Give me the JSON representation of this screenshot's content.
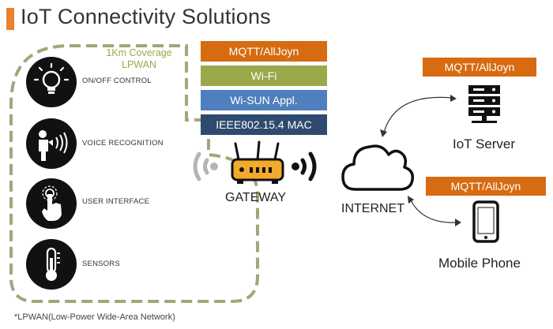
{
  "title": "IoT Connectivity Solutions",
  "coverage": {
    "line1": "1Km Coverage",
    "line2": "LPWAN"
  },
  "devices": [
    {
      "label": "ON/OFF CONTROL",
      "icon": "lightbulb-icon"
    },
    {
      "label": "VOICE RECOGNITION",
      "icon": "speaking-person-icon"
    },
    {
      "label": "USER INTERFACE",
      "icon": "touch-hand-icon"
    },
    {
      "label": "SENSORS",
      "icon": "thermometer-icon"
    }
  ],
  "protocol_stack": [
    {
      "label": "MQTT/AllJoyn",
      "color": "#d76b12"
    },
    {
      "label": "Wi-Fi",
      "color": "#9ba84a"
    },
    {
      "label": "Wi-SUN  Appl.",
      "color": "#4f80bd"
    },
    {
      "label": "IEEE802.15.4 MAC",
      "color": "#2e4a6f"
    }
  ],
  "gateway": {
    "label": "GATEWAY",
    "icon": "router-icon"
  },
  "internet": {
    "label": "INTERNET",
    "icon": "cloud-icon"
  },
  "server": {
    "protocol": "MQTT/AllJoyn",
    "label": "IoT Server",
    "icon": "server-icon"
  },
  "mobile": {
    "protocol": "MQTT/AllJoyn",
    "label": "Mobile Phone",
    "icon": "smartphone-icon"
  },
  "footnote": "*LPWAN(Low-Power Wide-Area Network)",
  "colors": {
    "accent": "#e9832e",
    "coverage_border": "#a5a57a",
    "coverage_text": "#9aaa4c",
    "orange_box": "#d76b12"
  }
}
